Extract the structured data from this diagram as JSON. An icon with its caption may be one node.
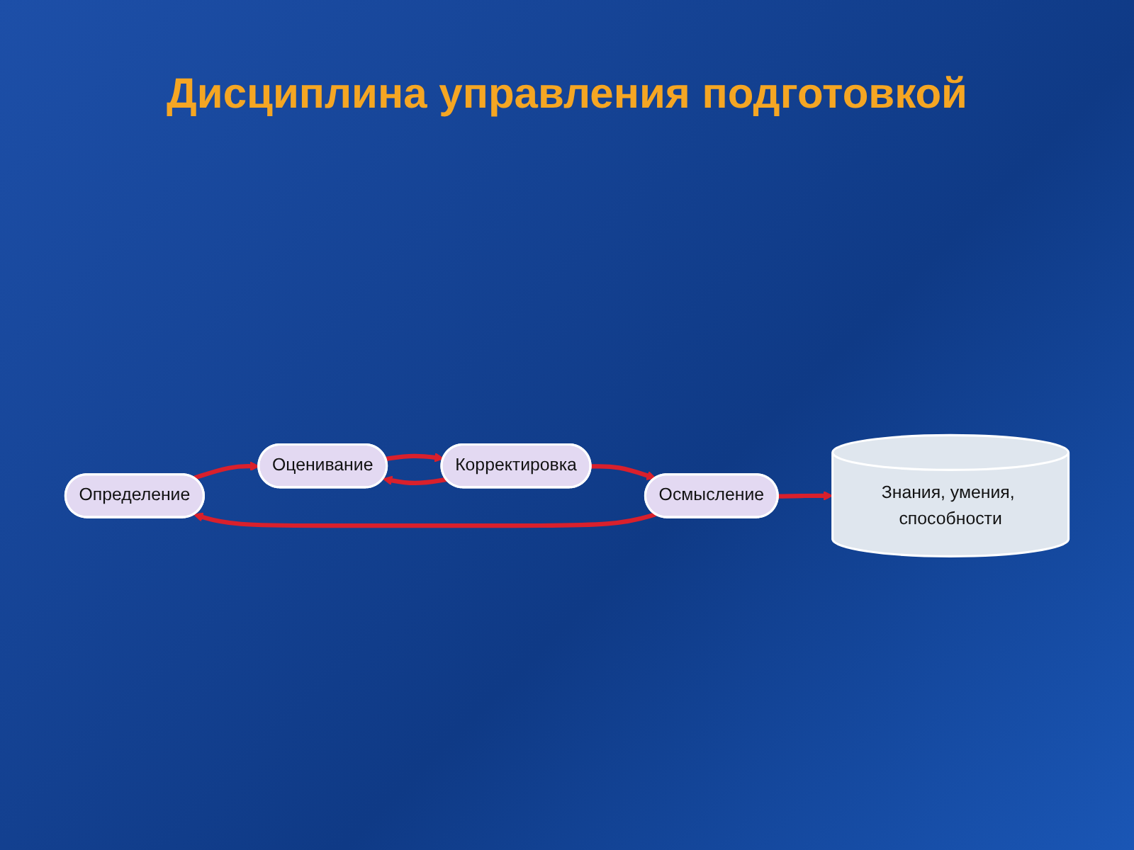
{
  "diagram": {
    "title": "Дисциплина управления подготовкой",
    "nodes": [
      {
        "text": [
          "Знания, умения, способности"
        ]
      },
      {
        "text": [
          "Определение"
        ]
      },
      {
        "text": [
          "Оценивание"
        ]
      },
      {
        "text": [
          "Корректировка"
        ]
      },
      {
        "text": [
          "Осмысление"
        ]
      }
    ],
    "edges": [
      {
        "from": 4,
        "to": 1,
        "arrow": "to"
      },
      {
        "from": 1,
        "to": 2,
        "arrow": "to"
      },
      {
        "from": 2,
        "to": 3,
        "arrow": "to"
      },
      {
        "from": 3,
        "to": 2,
        "arrow": "to"
      },
      {
        "from": 3,
        "to": 4,
        "arrow": "to"
      },
      {
        "from": 4,
        "to": 0,
        "arrow": "to"
      }
    ]
  }
}
